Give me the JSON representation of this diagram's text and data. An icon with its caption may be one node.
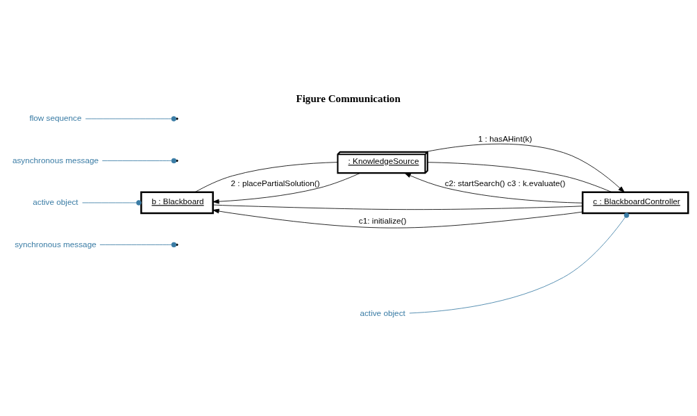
{
  "diagram": {
    "title": "Figure Communication",
    "nodes": [
      {
        "text": [
          "synchronous message"
        ]
      },
      {
        "text": [
          "active object"
        ]
      },
      {
        "text": [
          "b : Blackboard"
        ]
      },
      {
        "text": [
          "c : BlackboardController"
        ]
      },
      {
        "text": [
          ": KnowledgeSource"
        ]
      },
      {
        "text": [
          "active object"
        ]
      },
      {
        "text": [
          "asynchronous message"
        ]
      },
      {
        "text": [
          "flow sequence"
        ]
      }
    ],
    "edges": [
      {
        "from": 3,
        "to": 2,
        "arrow": "none"
      },
      {
        "from": 3,
        "to": 4,
        "arrow": "none"
      },
      {
        "from": 2,
        "to": 4,
        "arrow": "none"
      },
      {
        "from": 3,
        "to": 2,
        "arrow": "to",
        "label": "c1: initialize()"
      },
      {
        "from": 4,
        "to": 3,
        "arrow": "to",
        "label": "1 : hasAHint(k)"
      },
      {
        "from": 4,
        "to": 2,
        "arrow": "to",
        "label": "2 : placePartialSolution()"
      },
      {
        "from": 3,
        "to": 4,
        "arrow": "to",
        "label": "c2: startSearch() c3 : k.evaluate()"
      },
      {
        "from": 0,
        "to": null,
        "arrow": "other",
        "color": "#3a7ca5"
      },
      {
        "from": 1,
        "to": 2,
        "arrow": "other",
        "color": "#3a7ca5"
      },
      {
        "from": 5,
        "to": 3,
        "arrow": "other",
        "color": "#3a7ca5"
      },
      {
        "from": 6,
        "to": null,
        "arrow": "other",
        "color": "#3a7ca5"
      },
      {
        "from": 7,
        "to": null,
        "arrow": "other",
        "color": "#3a7ca5"
      }
    ]
  }
}
